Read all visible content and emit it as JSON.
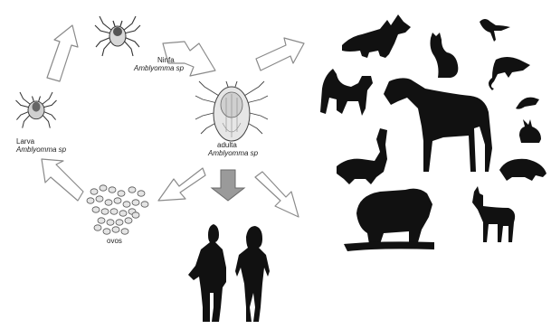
{
  "stages": {
    "nymph": {
      "name": "Ninfa",
      "species": "Amblyomma sp"
    },
    "adult": {
      "name": "adulta",
      "species": "Amblyomma sp"
    },
    "larva": {
      "name": "Larva",
      "species": "Amblyomma sp"
    },
    "eggs": {
      "name": "ovos"
    }
  },
  "hosts": {
    "animals": [
      "fox",
      "cat",
      "bird",
      "opossum",
      "dog",
      "horse",
      "mouse",
      "rabbit",
      "coati",
      "armadillo",
      "capybara",
      "deer"
    ],
    "people": [
      "man",
      "woman"
    ]
  },
  "colors": {
    "silhouette": "#111111",
    "arrow_stroke": "#8a8a8a",
    "down_arrow": "#9a9a9a",
    "egg_fill": "#e4e4e4"
  }
}
